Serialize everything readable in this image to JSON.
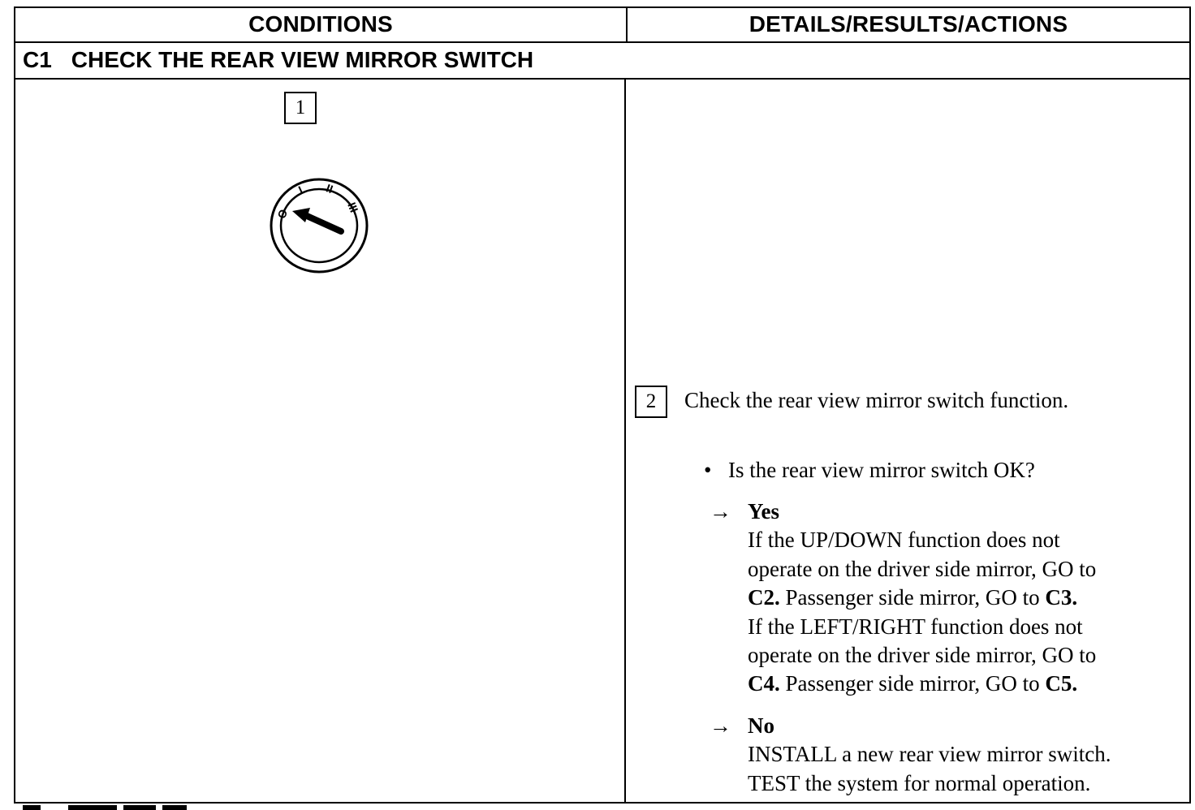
{
  "table": {
    "headers": {
      "conditions": "CONDITIONS",
      "details": "DETAILS/RESULTS/ACTIONS"
    },
    "section": {
      "code": "C1",
      "title": "CHECK THE REAR VIEW MIRROR SWITCH"
    }
  },
  "conditions_column": {
    "step1": {
      "number": "1",
      "illustration": "ignition-switch-icon",
      "positions": [
        "O",
        "I",
        "II",
        "III"
      ]
    }
  },
  "details_column": {
    "step2": {
      "number": "2",
      "instruction": "Check the rear view mirror switch function."
    },
    "question": "Is the rear view mirror switch OK?",
    "yes": {
      "label": "Yes",
      "line1": "If the UP/DOWN function does not",
      "line2": "operate on the driver side mirror, GO to",
      "line3_ref": "C2.",
      "line3_text": " Passenger side mirror, GO to ",
      "line3_ref2": "C3.",
      "line4": "If the LEFT/RIGHT function does not",
      "line5": "operate on the driver side mirror, GO to",
      "line6_ref": "C4.",
      "line6_text": " Passenger side mirror, GO to ",
      "line6_ref2": "C5."
    },
    "no": {
      "label": "No",
      "line1": "INSTALL a new rear view mirror switch.",
      "line2": "TEST the system for normal operation."
    },
    "arrow_glyph": "→",
    "bullet_glyph": "•"
  }
}
